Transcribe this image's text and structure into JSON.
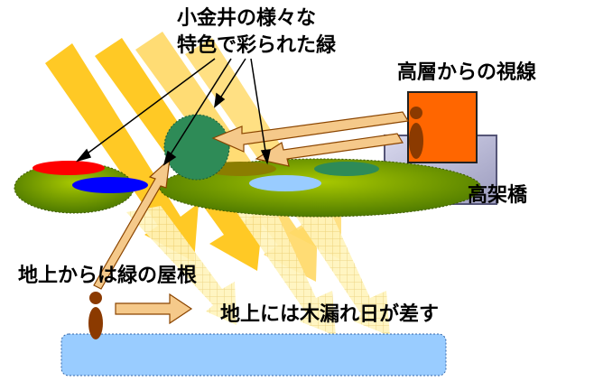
{
  "labels": {
    "green_line1": "小金井の様々な",
    "green_line2": "特色で彩られた緑",
    "highrise_view": "高層からの視線",
    "elevated_bridge": "高架橋",
    "ground_roof": "地上からは緑の屋根",
    "komorebi": "地上には木漏れ日が差す"
  },
  "colors": {
    "sunbeam": "#FFC000",
    "green_area": "#6E9A00",
    "tree": "#2E8B57",
    "red_patch": "#FF0000",
    "blue_patch": "#0000FF",
    "light_blue": "#99CCFF",
    "dark_olive": "#8B7D00",
    "orange_building": "#FF6600",
    "bridge_gray": "#B8B8D0",
    "person": "#8B3A00",
    "view_arrow": "#F5C98A"
  }
}
